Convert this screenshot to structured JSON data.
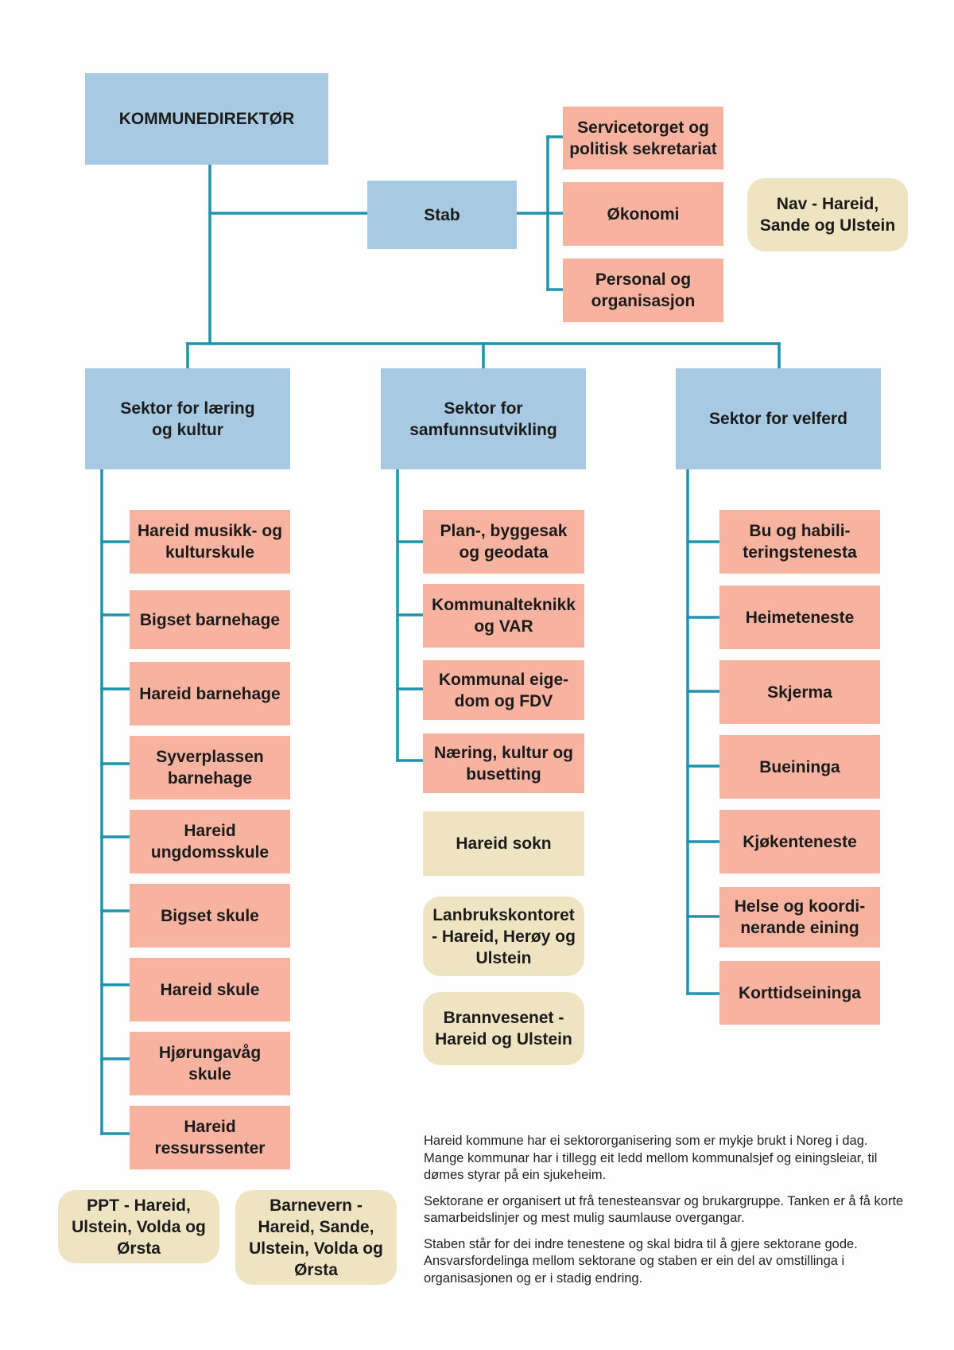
{
  "director": "KOMMUNEDIREKTØR",
  "stab": {
    "label": "Stab",
    "units": [
      "Servicetorget og\npolitisk sekretariat",
      "Økonomi",
      "Personal og\norganisasjon"
    ]
  },
  "nav": "Nav - Hareid,\nSande og Ulstein",
  "sectors": [
    {
      "title": "Sektor for læring\nog kultur",
      "units": [
        "Hareid musikk- og\nkulturskule",
        "Bigset barnehage",
        "Hareid barnehage",
        "Syverplassen\nbarnehage",
        "Hareid\nungdomsskule",
        "Bigset skule",
        "Hareid skule",
        "Hjørungavåg\nskule",
        "Hareid\nressurssenter"
      ]
    },
    {
      "title": "Sektor for\nsamfunnsutvikling",
      "units": [
        "Plan-, byggesak\nog geodata",
        "Kommunalteknikk\nog VAR",
        "Kommunal eige-\ndom og FDV",
        "Næring, kultur og\nbusetting"
      ]
    },
    {
      "title": "Sektor for velferd",
      "units": [
        "Bu og habili-\nteringstenesta",
        "Heimeteneste",
        "Skjerma",
        "Bueininga",
        "Kjøkenteneste",
        "Helse og koordi-\nnerande eining",
        "Korttidseininga"
      ]
    }
  ],
  "associated": {
    "sokn": "Hareid sokn",
    "landbruk": "Lanbrukskontoret\n- Hareid, Herøy og\nUlstein",
    "brann": "Brannvesenet -\nHareid og Ulstein",
    "ppt": "PPT - Hareid,\nUlstein, Volda og\nØrsta",
    "barnevern": "Barnevern -\nHareid, Sande,\nUlstein, Volda og\nØrsta"
  },
  "notes": [
    "Hareid kommune har ei sektororganisering som er mykje brukt i Noreg i dag. Mange kommunar har i tillegg eit ledd mellom kommunalsjef og einingsleiar, til dømes styrar på ein sjukeheim.",
    "Sektorane er organisert ut frå tenesteansvar og brukargruppe. Tanken er å få korte samarbeidslinjer og mest mulig saumlause overgangar.",
    "Staben står for dei indre tenestene og skal bidra til å gjere sektorane gode. Ansvarsfordelinga mellom sektorane og staben er ein del av omstillinga i organisasjonen og er i stadig endring."
  ],
  "colors": {
    "line": "#1f93ad",
    "blue": "#a8c9e2",
    "pink": "#f7b3a0",
    "beige": "#efe4c2"
  }
}
